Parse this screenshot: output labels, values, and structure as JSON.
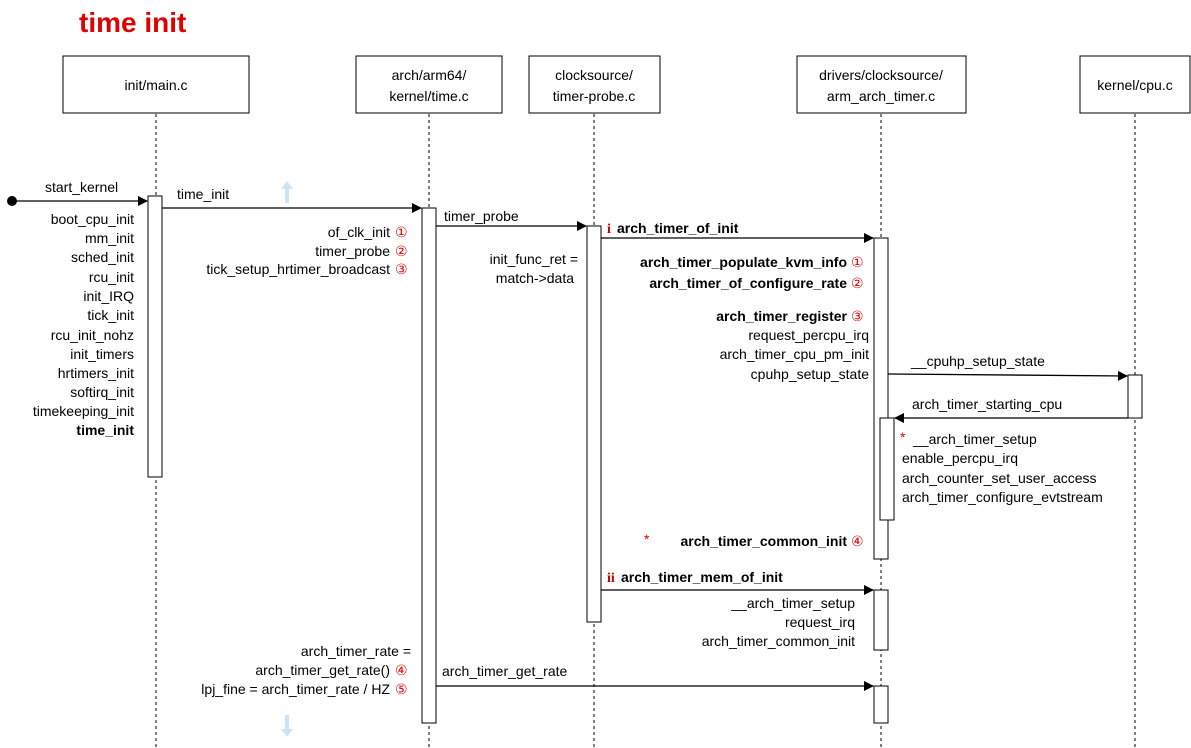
{
  "title": "time init",
  "lifelines": {
    "main": "init/main.c",
    "time": [
      "arch/arm64/",
      "kernel/time.c"
    ],
    "probe": [
      "clocksource/",
      "timer-probe.c"
    ],
    "arch": [
      "drivers/clocksource/",
      "arm_arch_timer.c"
    ],
    "cpu": "kernel/cpu.c"
  },
  "main_calls": [
    "boot_cpu_init",
    "mm_init",
    "sched_init",
    "rcu_init",
    "init_IRQ",
    "tick_init",
    "rcu_init_nohz",
    "init_timers",
    "hrtimers_init",
    "softirq_init",
    "timekeeping_init",
    "time_init"
  ],
  "messages": {
    "start_kernel": "start_kernel",
    "time_init": "time_init",
    "timer_probe": "timer_probe",
    "arch_timer_of_init": "arch_timer_of_init",
    "cpuhp_setup_state": "__cpuhp_setup_state",
    "arch_timer_starting_cpu": "arch_timer_starting_cpu",
    "arch_timer_mem_of_init": "arch_timer_mem_of_init",
    "arch_timer_get_rate": "arch_timer_get_rate"
  },
  "time_calls": [
    "of_clk_init",
    "timer_probe",
    "tick_setup_hrtimer_broadcast"
  ],
  "probe_note": [
    "init_func_ret =",
    "match->data"
  ],
  "arch_of_calls": {
    "kvm": "arch_timer_populate_kvm_info",
    "configure_rate": "arch_timer_of_configure_rate",
    "register": "arch_timer_register",
    "register_calls": [
      "request_percpu_irq",
      "arch_timer_cpu_pm_init",
      "cpuhp_setup_state"
    ],
    "common_init": "arch_timer_common_init"
  },
  "setup_calls": [
    "__arch_timer_setup",
    "enable_percpu_irq",
    "arch_counter_set_user_access",
    "arch_timer_configure_evtstream"
  ],
  "mem_calls": [
    "__arch_timer_setup",
    "request_irq",
    "arch_timer_common_init"
  ],
  "rate_calls": [
    "arch_timer_rate =",
    "arch_timer_get_rate()",
    "lpj_fine = arch_timer_rate / HZ"
  ],
  "markers": {
    "one": "①",
    "two": "②",
    "three": "③",
    "four": "④",
    "five": "⑤",
    "star": "*",
    "roman_i": "i",
    "roman_ii": "ii"
  },
  "colors": {
    "title": "#e00000",
    "marker": "#e00000",
    "scroll_arrow": "#cfe3f7"
  }
}
